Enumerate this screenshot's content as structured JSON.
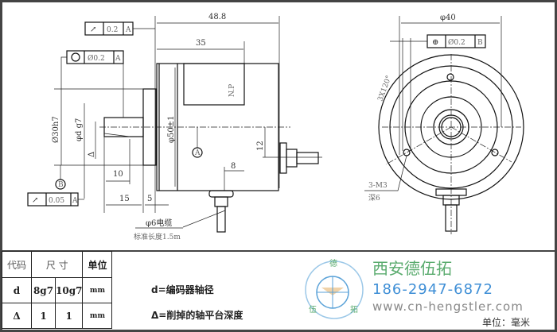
{
  "side_view": {
    "dim_length_total": "48.8",
    "dim_length_body": "35",
    "dim_body_dia": "φ50±1",
    "dim_spigot_dia": "Ø30h7",
    "dim_shaft_dia": "φd g7",
    "dim_flat": "Δ",
    "dim_10": "10",
    "dim_15": "15",
    "dim_5": "5",
    "dim_8": "8",
    "dim_12": "12",
    "nameplate": "N.P",
    "datum_a": "A",
    "datum_b": "B",
    "fcf_runout_top": {
      "value": "0.2",
      "datum": "A"
    },
    "fcf_concentricity": {
      "value": "Ø0.2",
      "datum": "A"
    },
    "fcf_runout_bottom": {
      "value": "0.05",
      "datum": "A"
    },
    "cable_label": "φ6电缆",
    "cable_length": "标准长度1.5m"
  },
  "front_view": {
    "dim_dia": "φ40",
    "fcf_position": {
      "value": "Ø0.2",
      "datum": "B"
    },
    "angle_label": "3X120°",
    "holes_label": "3-M3",
    "depth_label": "深6"
  },
  "table": {
    "headers": [
      "代码",
      "尺 寸",
      "单位"
    ],
    "rows": [
      [
        "d",
        "8g7",
        "10g7",
        "mm"
      ],
      [
        "Δ",
        "1",
        "1",
        "mm"
      ]
    ]
  },
  "notes": [
    "d=编码器轴径",
    "Δ=削掉的轴平台深度"
  ],
  "brand": {
    "logo_chars": [
      "德",
      "伍",
      "拓"
    ],
    "name": "西安德伍拓",
    "phone": "186-2947-6872",
    "url": "www.cn-hengstler.com",
    "colors": {
      "name": "#5aab6e",
      "phone": "#3f8fd6",
      "url": "#888888"
    }
  },
  "unit_label": "单位：毫米"
}
